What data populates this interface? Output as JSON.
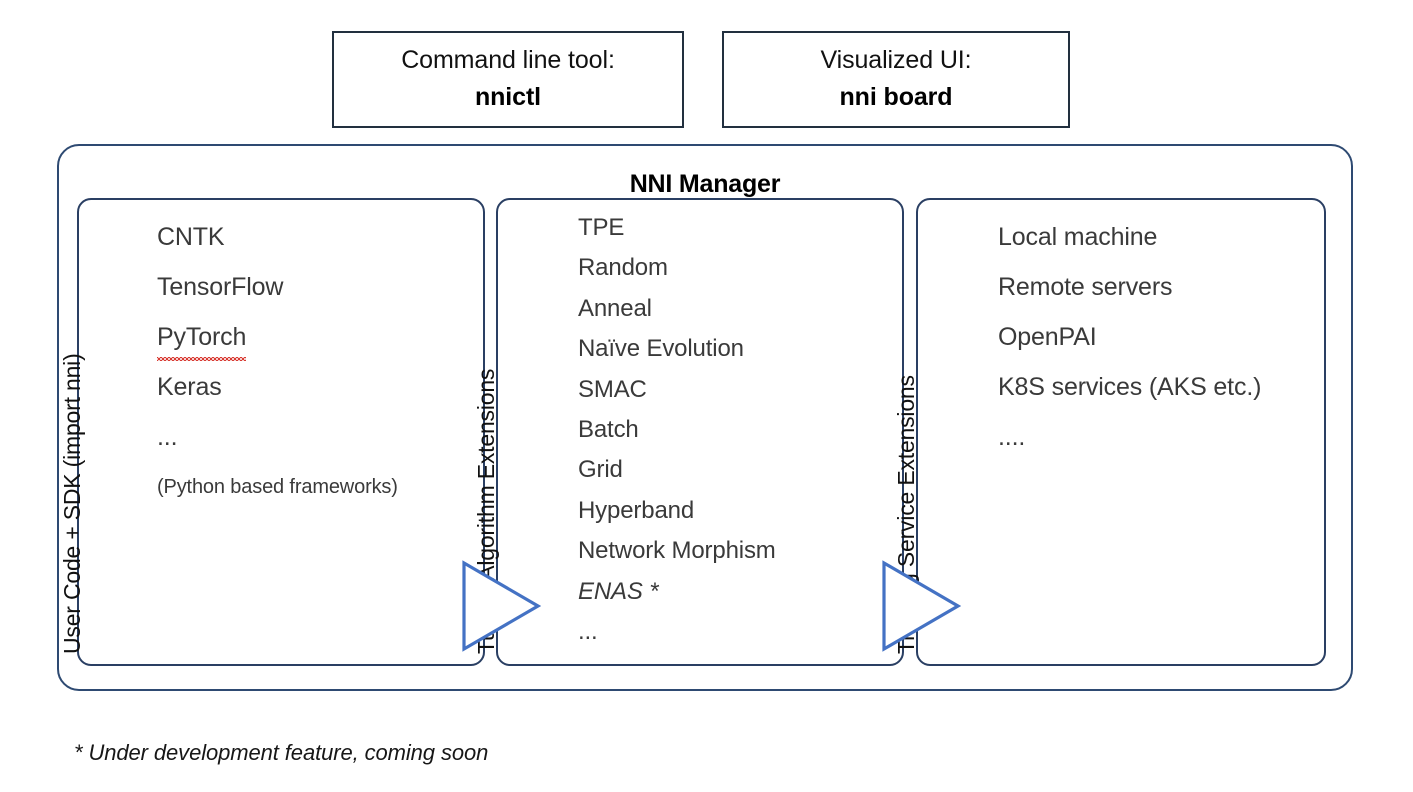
{
  "top_boxes": [
    {
      "title": "Command line tool:",
      "value": "nnictl",
      "name": "cli-tool"
    },
    {
      "title": "Visualized UI:",
      "value": "nni board",
      "name": "visualized-ui"
    }
  ],
  "manager": {
    "title": "NNI Manager"
  },
  "columns": [
    {
      "side_label": "User Code + SDK (import nni)",
      "items": [
        {
          "text": "CNTK",
          "style": "normal"
        },
        {
          "text": "TensorFlow",
          "style": "normal"
        },
        {
          "text": "PyTorch",
          "style": "spellcheck"
        },
        {
          "text": "Keras",
          "style": "normal"
        },
        {
          "text": "...",
          "style": "dots"
        },
        {
          "text": "(Python based frameworks)",
          "style": "small"
        }
      ]
    },
    {
      "side_label": "Tuning Algorithm Extensions",
      "items": [
        {
          "text": "TPE",
          "style": "normal"
        },
        {
          "text": "Random",
          "style": "normal"
        },
        {
          "text": "Anneal",
          "style": "normal"
        },
        {
          "text": "Naïve Evolution",
          "style": "normal"
        },
        {
          "text": "SMAC",
          "style": "normal"
        },
        {
          "text": "Batch",
          "style": "normal"
        },
        {
          "text": "Grid",
          "style": "normal"
        },
        {
          "text": "Hyperband",
          "style": "normal"
        },
        {
          "text": "Network Morphism",
          "style": "normal"
        },
        {
          "text": "ENAS *",
          "style": "italic"
        },
        {
          "text": "...",
          "style": "dots"
        }
      ]
    },
    {
      "side_label": "Training Service Extensions",
      "items": [
        {
          "text": "Local machine",
          "style": "normal"
        },
        {
          "text": "Remote servers",
          "style": "normal"
        },
        {
          "text": "OpenPAI",
          "style": "normal"
        },
        {
          "text": "K8S services (AKS etc.)",
          "style": "normal"
        },
        {
          "text": "....",
          "style": "dots"
        }
      ]
    }
  ],
  "footnote": "* Under development feature, coming soon",
  "colors": {
    "outer_border": "#2E4A72",
    "inner_border": "#2A3F63",
    "top_box_border": "#22303F",
    "arrow_stroke": "#4472C4",
    "item_text": "#3A3A3A",
    "title_text": "#000000",
    "spellcheck": "#D83A32"
  }
}
